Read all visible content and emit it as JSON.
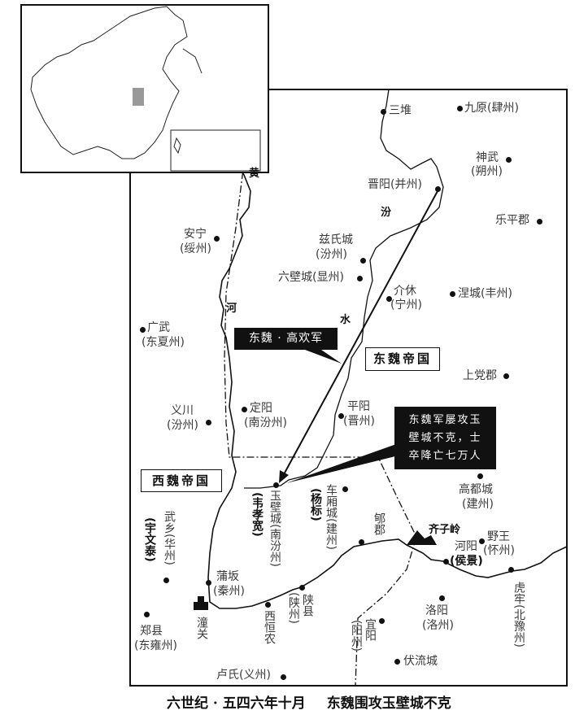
{
  "caption": {
    "part1": "六世纪 · 五四六年十月",
    "part2": "东魏围攻玉壁城不克"
  },
  "regions": {
    "east": "东魏帝国",
    "west": "西魏帝国"
  },
  "callouts": {
    "army": "东魏 · 高欢军",
    "note_lines": [
      "东魏军屡攻玉",
      "壁城不克，士",
      "卒降亡七万人"
    ]
  },
  "rivers": {
    "huang": "黄",
    "he": "河",
    "fen": "汾",
    "shui": "水"
  },
  "places": {
    "sandui": "三堆",
    "jiuyuan": "九原(肆州)",
    "shenwu": "神武",
    "shenwu_alt": "(朔州)",
    "jinyang": "晋阳(并州)",
    "leping": "乐平郡",
    "anning": "安宁",
    "anning_alt": "(绥州)",
    "cishi": "兹氏城",
    "cishi_alt": "(汾州)",
    "liubi": "六壁城(显州)",
    "jiexiu": "介休",
    "jiexiu_alt": "(宁州)",
    "niecheng": "涅城(丰州)",
    "guangwu": "广武",
    "guangwu_alt": "(东夏州)",
    "shangdang": "上党郡",
    "yichuan": "义川",
    "yichuan_alt": "(汾州)",
    "dingyang": "定阳",
    "dingyang_alt": "(南汾州)",
    "pingyang": "平阳",
    "pingyang_alt": "(晋州)",
    "yubi": "玉壁城(南汾州)",
    "yubi_commander": "(韦孝宽)",
    "chexiang": "车厢城(建州)",
    "chexiang_commander": "(杨标)",
    "gaodu": "高都城",
    "gaodu_alt": "(建州)",
    "xunjun": "郇郡",
    "qiziling": "齐子岭",
    "heyang": "河阳",
    "heyang_commander": "(侯景)",
    "yewang": "野王",
    "yewang_alt": "(怀州)",
    "hulao": "虎牢(北豫州)",
    "wuxiang": "武乡(华州)",
    "wuxiang_commander": "(宇文泰)",
    "puban": "蒲坂",
    "puban_alt": "(秦州)",
    "tongguan": "潼关",
    "zhengxian": "郑县",
    "zhengxian_alt": "(东雍州)",
    "xihengnong": "西恒农",
    "shanxian": "陕县",
    "shanxian_alt": "(陕州)",
    "yiyang": "宜阳",
    "yiyang_alt": "(阳州)",
    "luoyang": "洛阳",
    "luoyang_alt": "(洛州)",
    "fuliu": "伏流城",
    "lushi": "卢氏(义州)"
  }
}
